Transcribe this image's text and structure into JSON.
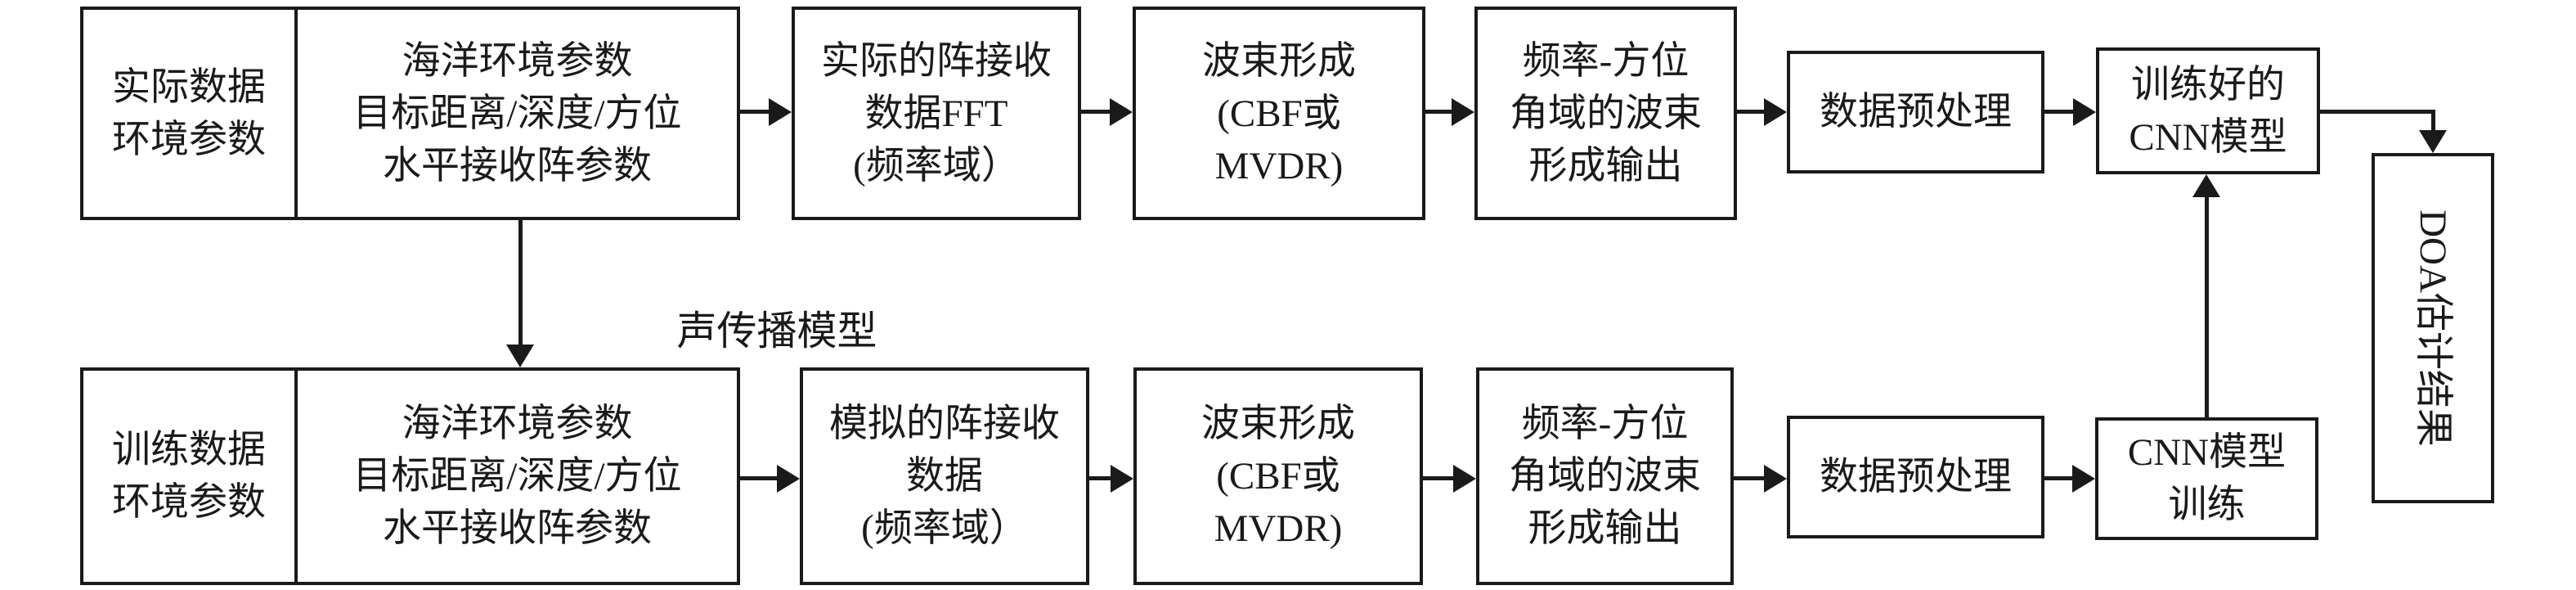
{
  "figure": {
    "background": "#ffffff",
    "line_color": "#1a1a1a",
    "propagation_label": "声传播模型",
    "doa_result_label": "DOA估计结果",
    "top_row": {
      "data_env_box": {
        "lines": [
          "实际数据",
          "环境参数"
        ]
      },
      "param_box": {
        "lines": [
          "海洋环境参数",
          "目标距离/深度/方位",
          "水平接收阵参数"
        ]
      },
      "array_data_box": {
        "lines": [
          "实际的阵接收",
          "数据FFT",
          "(频率域）"
        ]
      },
      "beamforming_box": {
        "lines": [
          "波束形成",
          "(CBF或",
          "MVDR)"
        ]
      },
      "beam_output_box": {
        "lines": [
          "频率-方位",
          "角域的波束",
          "形成输出"
        ]
      },
      "preprocess_box": {
        "lines": [
          "数据预处理"
        ]
      },
      "cnn_box": {
        "lines": [
          "训练好的",
          "CNN模型"
        ]
      }
    },
    "bottom_row": {
      "data_env_box": {
        "lines": [
          "训练数据",
          "环境参数"
        ]
      },
      "param_box": {
        "lines": [
          "海洋环境参数",
          "目标距离/深度/方位",
          "水平接收阵参数"
        ]
      },
      "array_data_box": {
        "lines": [
          "模拟的阵接收",
          "数据",
          "(频率域）"
        ]
      },
      "beamforming_box": {
        "lines": [
          "波束形成",
          "(CBF或",
          "MVDR)"
        ]
      },
      "beam_output_box": {
        "lines": [
          "频率-方位",
          "角域的波束",
          "形成输出"
        ]
      },
      "preprocess_box": {
        "lines": [
          "数据预处理"
        ]
      },
      "cnn_box": {
        "lines": [
          "CNN模型",
          "训练"
        ]
      }
    }
  }
}
